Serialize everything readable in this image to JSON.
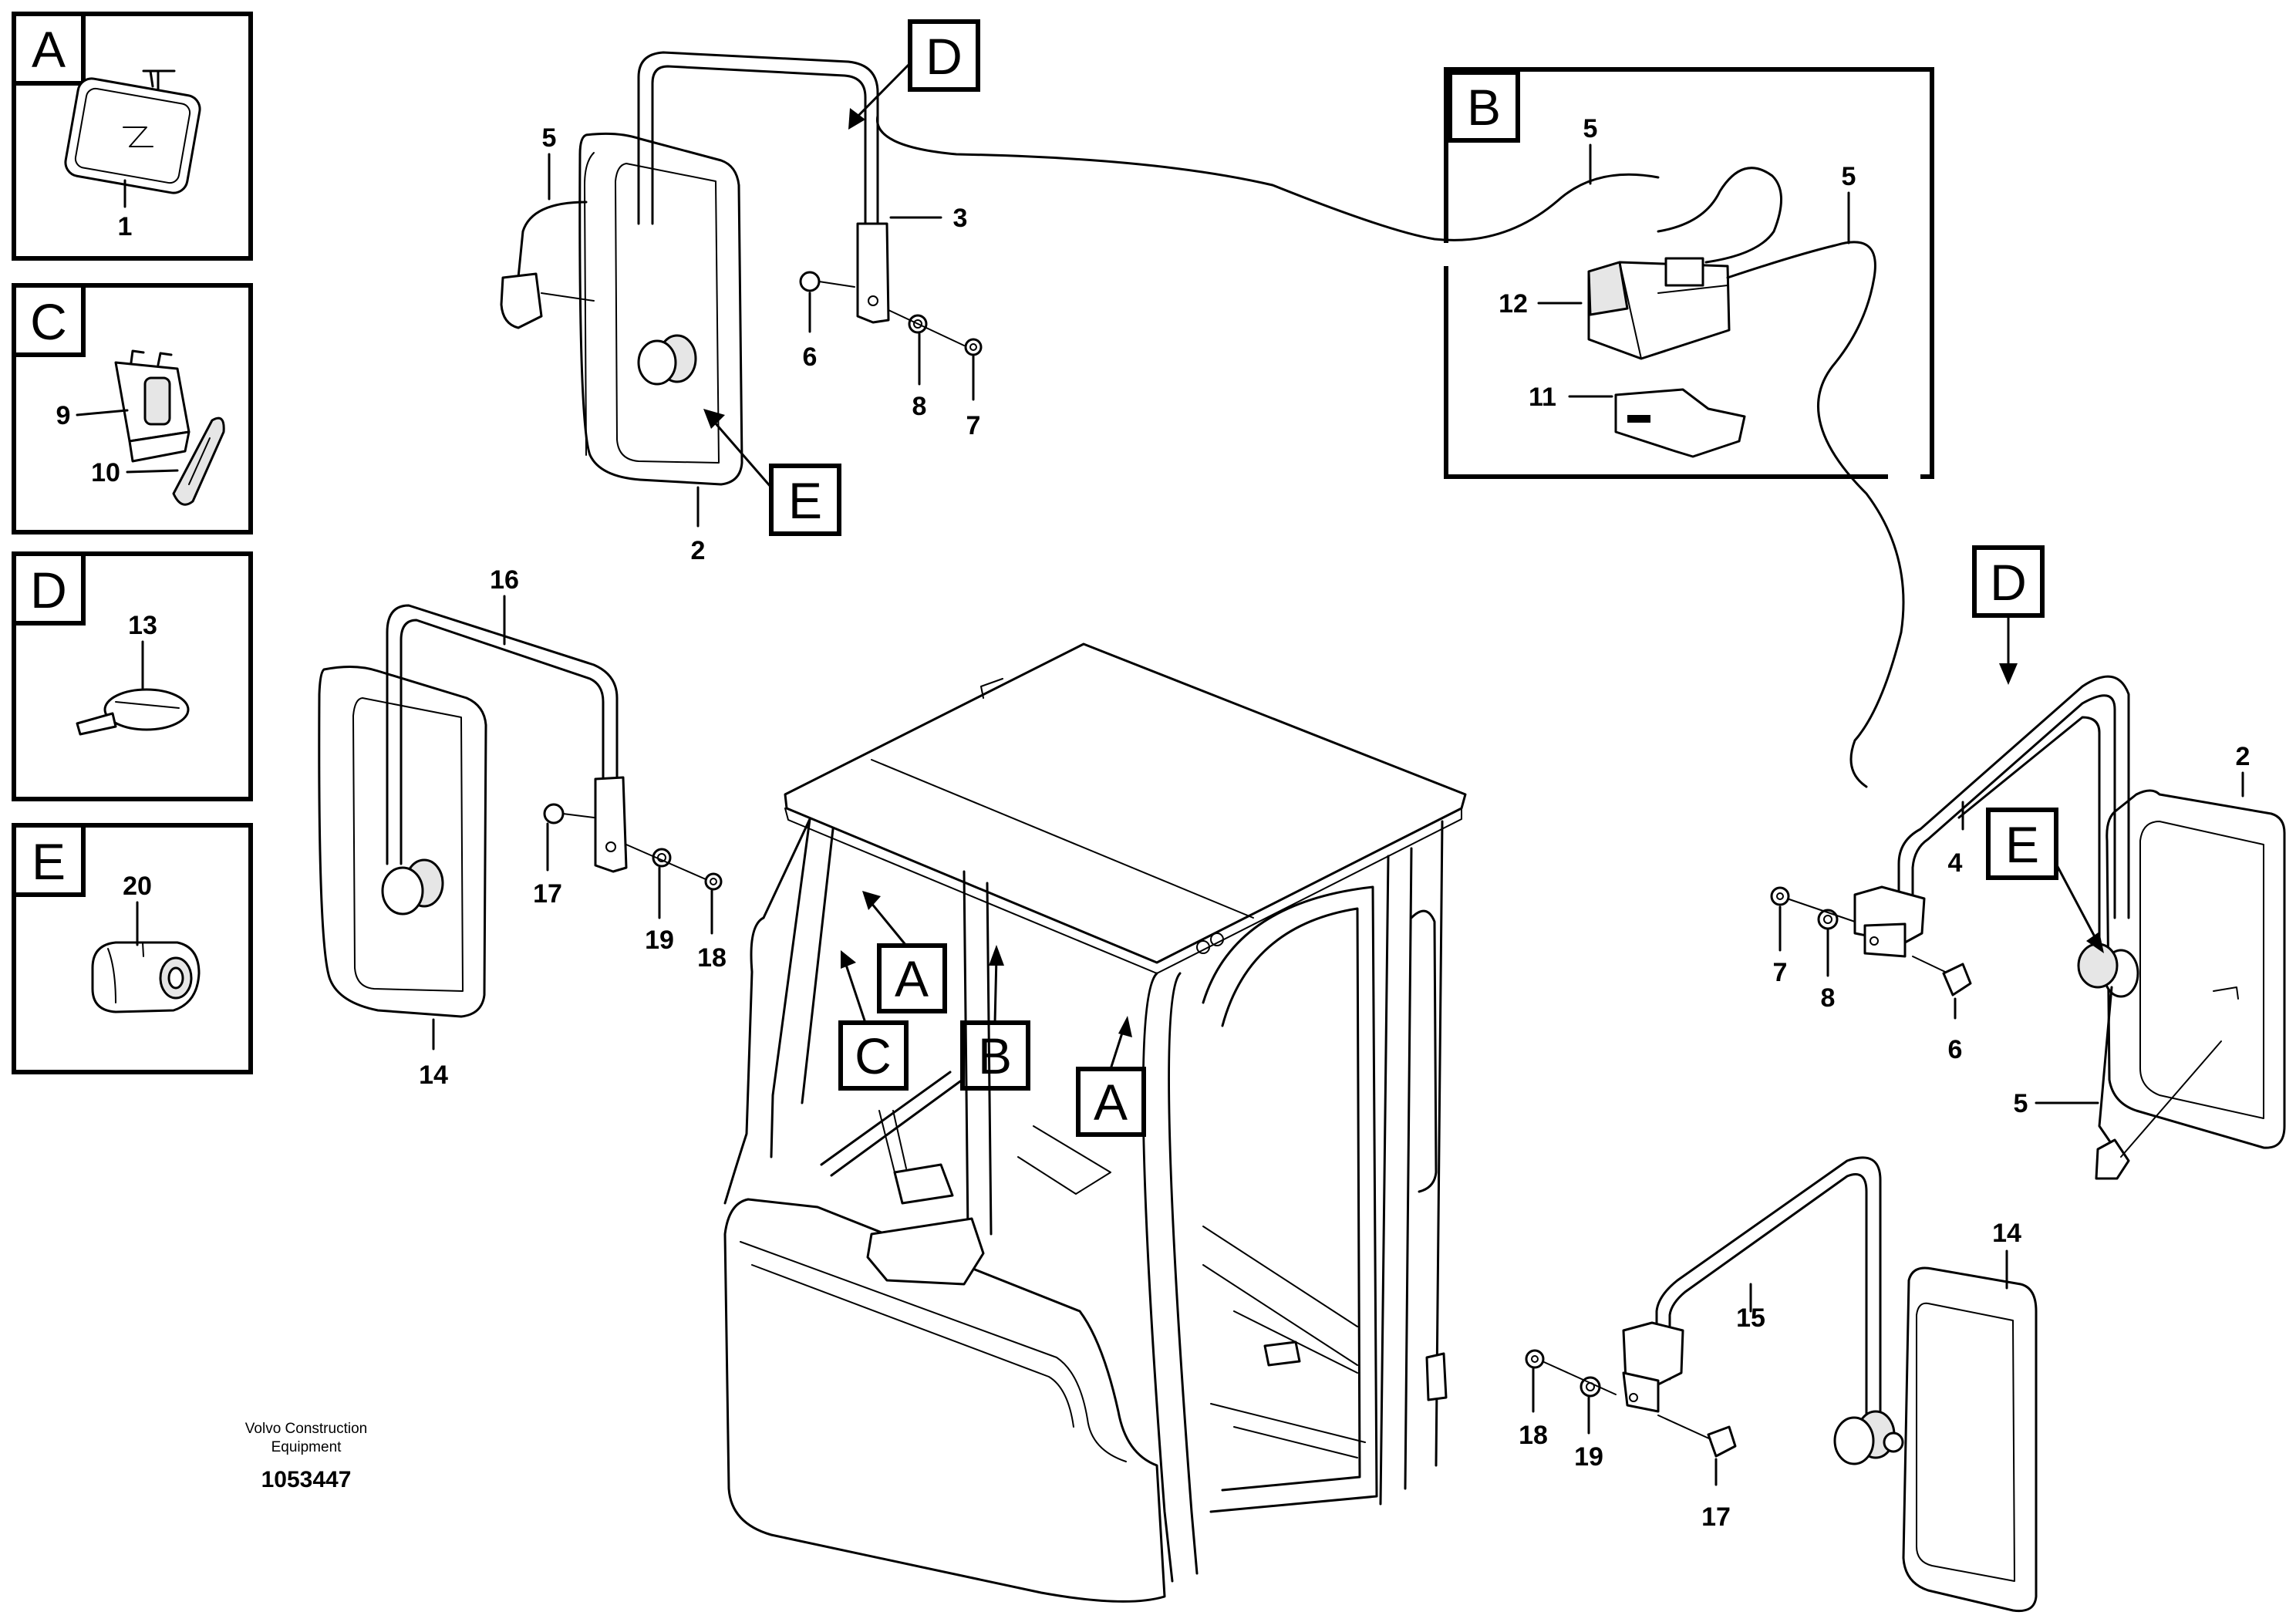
{
  "callouts": {
    "c1": "1",
    "c2a": "2",
    "c2b": "2",
    "c3": "3",
    "c4": "4",
    "c5a": "5",
    "c5b": "5",
    "c5c": "5",
    "c5d": "5",
    "c6a": "6",
    "c6b": "6",
    "c7a": "7",
    "c7b": "7",
    "c8a": "8",
    "c8b": "8",
    "c9": "9",
    "c10": "10",
    "c11": "11",
    "c12": "12",
    "c13": "13",
    "c14a": "14",
    "c14b": "14",
    "c15": "15",
    "c16": "16",
    "c17a": "17",
    "c17b": "17",
    "c18a": "18",
    "c18b": "18",
    "c19a": "19",
    "c19b": "19",
    "c20": "20"
  },
  "detail_boxes": {
    "a": "A",
    "c": "C",
    "d": "D",
    "e": "E",
    "b": "B"
  },
  "reference_letters": {
    "d_top": "D",
    "e_top": "E",
    "d_right": "D",
    "e_right": "E",
    "a_upper": "A",
    "a_lower": "A",
    "b_cab": "B",
    "c_cab": "C"
  },
  "caption": {
    "company_line1": "Volvo Construction",
    "company_line2": "Equipment",
    "drawing_number": "1053447"
  }
}
